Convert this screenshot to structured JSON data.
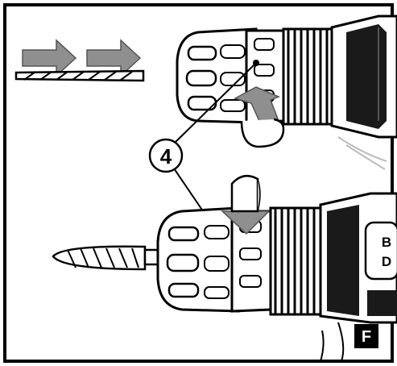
{
  "figure": {
    "callout_number": "4",
    "figure_letter": "F",
    "logo_letters": [
      "B",
      "D"
    ]
  },
  "colors": {
    "arrow_fill": "#8f8f8f",
    "metal_shade": "#bcbcbc",
    "dark_body": "#1a1a1a",
    "outline": "#000000",
    "label_bg": "#000000"
  },
  "icons": [
    "push-direction-arrow",
    "rotation-arrow",
    "drill-bit"
  ]
}
